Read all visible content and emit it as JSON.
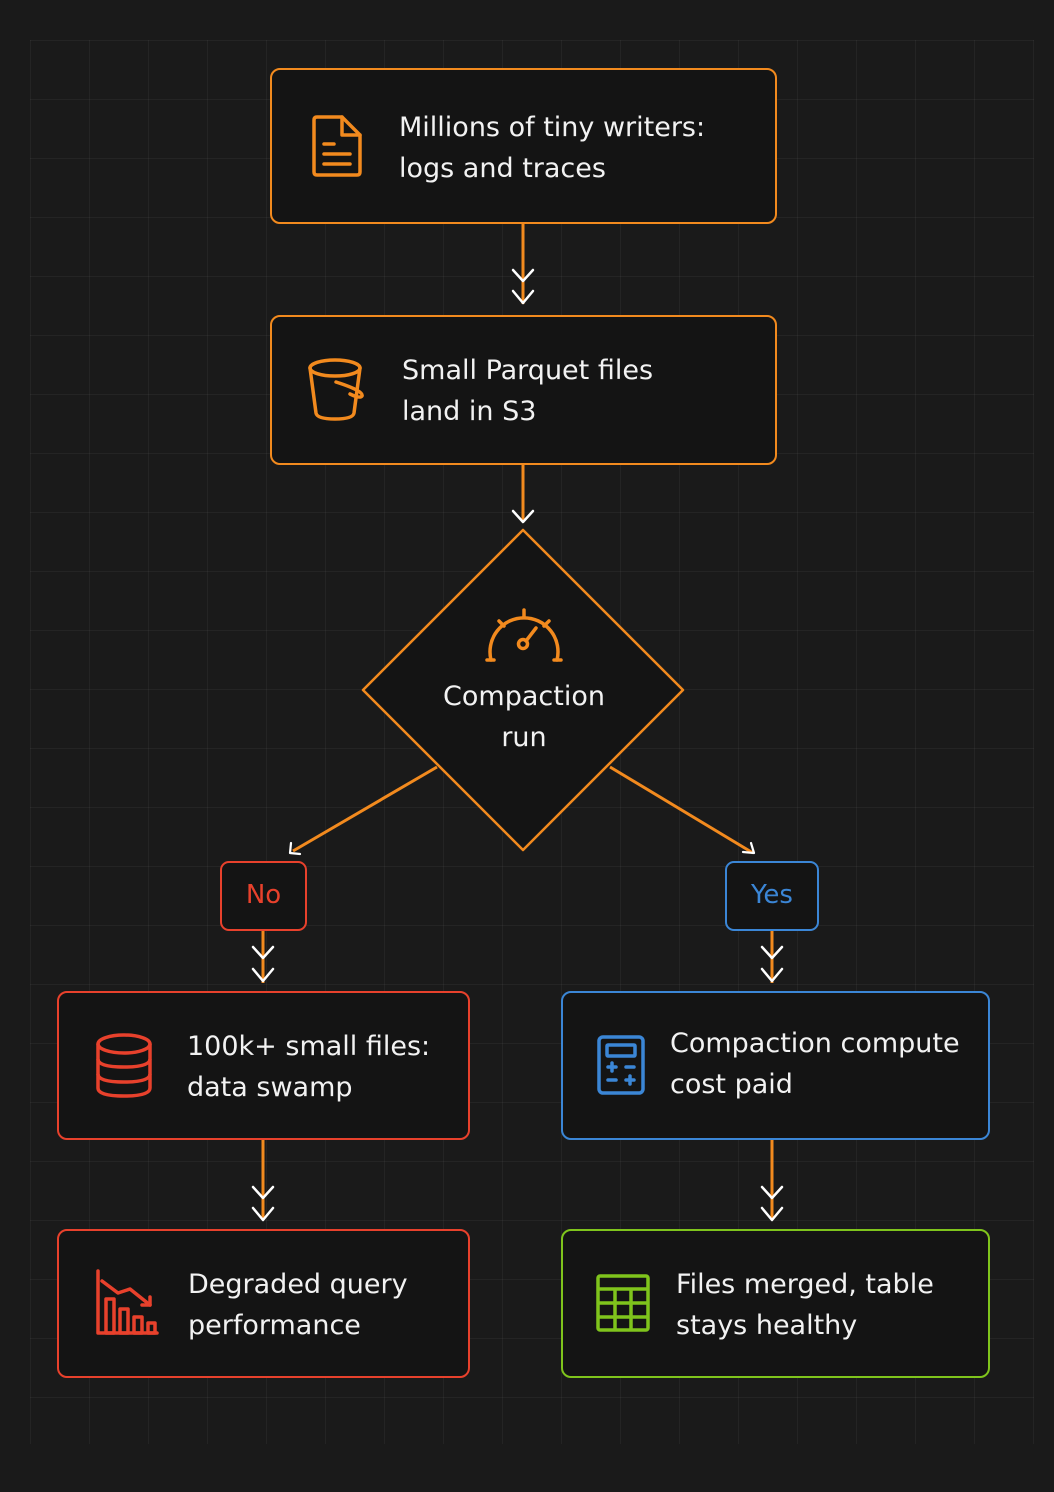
{
  "nodes": {
    "writers": "Millions of tiny writers:\nlogs and traces",
    "parquet": "Small Parquet files\nland in S3",
    "compaction": "Compaction\nrun",
    "swamp": "100k+ small files:\ndata swamp",
    "degraded": "Degraded query\nperformance",
    "compute": "Compaction compute\ncost paid",
    "healthy": "Files merged, table\nstays healthy"
  },
  "branches": {
    "no": "No",
    "yes": "Yes"
  },
  "colors": {
    "background": "#1a1a1a",
    "orange": "#f28a1e",
    "red": "#e8412c",
    "blue": "#3b86d6",
    "green": "#7fc41c",
    "arrow_head": "#ffffff"
  },
  "icons": {
    "writers": "document-icon",
    "parquet": "bucket-icon",
    "compaction": "gauge-icon",
    "swamp": "database-icon",
    "degraded": "declining-chart-icon",
    "compute": "calculator-icon",
    "healthy": "table-grid-icon"
  }
}
